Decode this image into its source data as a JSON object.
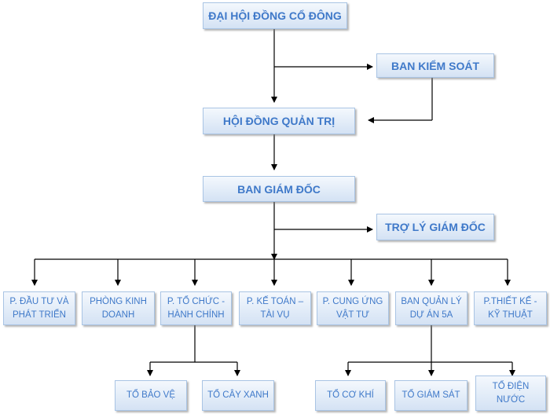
{
  "chart": {
    "shareholders": "ĐẠI HỘI ĐỒNG CỔ ĐÔNG",
    "supervisory_board": "BAN KIỂM SOÁT",
    "board_of_directors": "HỘI ĐỒNG QUẢN TRỊ",
    "management": "BAN GIÁM ĐỐC",
    "assistant": "TRỢ LÝ GIÁM ĐỐC",
    "departments": [
      "P. ĐẦU TƯ VÀ\nPHÁT TRIỂN",
      "PHÒNG KINH\nDOANH",
      "P. TỔ CHỨC -\nHÀNH CHÍNH",
      "P. KẾ TOÁN –\nTÀI VỤ",
      "P. CUNG ỨNG\nVẬT TƯ",
      "BAN QUẢN LÝ\nDỰ ÁN 5A",
      "P.THIẾT KẾ -\nKỸ THUẬT"
    ],
    "admin_teams": [
      "TỔ BẢO VỆ",
      "TỔ CÂY XANH"
    ],
    "project_teams": [
      "TỔ CƠ KHÍ",
      "TỔ GIÁM SÁT",
      "TỔ ĐIỆN\nNƯỚC"
    ]
  },
  "colors": {
    "text": "#3f79c9",
    "border": "#a9c4e4",
    "line": "#000000"
  }
}
